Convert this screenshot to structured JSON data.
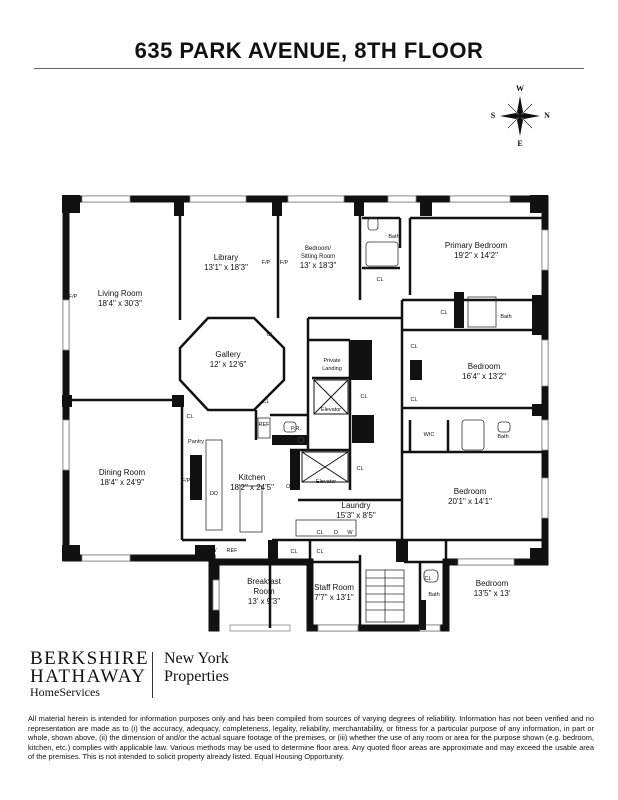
{
  "title": "635 PARK AVENUE, 8TH FLOOR",
  "compass": {
    "n": "N",
    "s": "S",
    "e": "E",
    "w": "W"
  },
  "rooms": {
    "living": {
      "name": "Living Room",
      "dim": "18'4\" x 30'3\""
    },
    "library": {
      "name": "Library",
      "dim": "13'1\" x 18'3\""
    },
    "bed_sitting": {
      "name1": "Bedroom/",
      "name2": "Sitting Room",
      "dim": "13' x 18'3\""
    },
    "primary": {
      "name": "Primary Bedroom",
      "dim": "19'2\" x 14'2\""
    },
    "gallery": {
      "name": "Gallery",
      "dim": "12' x 12'6\""
    },
    "bedroom2": {
      "name": "Bedroom",
      "dim": "16'4\" x 13'2\""
    },
    "dining": {
      "name": "Dining Room",
      "dim": "18'4\" x 24'9\""
    },
    "kitchen": {
      "name": "Kitchen",
      "dim": "18'2\" x 24'5\""
    },
    "bedroom3": {
      "name": "Bedroom",
      "dim": "20'1\" x 14'1\""
    },
    "laundry": {
      "name": "Laundry",
      "dim": "15'3\" x 8'5\""
    },
    "breakfast": {
      "name1": "Breakfast",
      "name2": "Room",
      "dim": "13' x 9'3\""
    },
    "staff": {
      "name": "Staff Room",
      "dim": "7'7\" x 13'1\""
    },
    "bedroom4": {
      "name": "Bedroom",
      "dim": "13'5\" x 13'"
    }
  },
  "small_labels": {
    "bath": "Bath",
    "cl": "CL",
    "pantry": "Pantry",
    "private1": "Private",
    "private2": "Landing",
    "elevator": "Elevator",
    "pr": "P.R.",
    "ref": "REF",
    "dw": "DW",
    "wic": "WIC",
    "d": "D",
    "w": "W",
    "fp": "F/P",
    "ov": "OV",
    "dd": "DD"
  },
  "brand": {
    "line1": "BERKSHIRE",
    "line2": "HATHAWAY",
    "line3": "HomeServices",
    "line4": "New York",
    "line5": "Properties"
  },
  "disclaimer": "All material herein is intended for information purposes only and has been compiled from sources of varying degrees of reliability. Information has not been verified and no representation are made as to (i) the accuracy, adequacy, completeness, legality, reliability, merchantability, or fitness for a particular purpose of any information, in part or whole, shown above, (ii) the dimension of and/or the actual square footage of the premises, or (iii) whether the use of any room or area for the purpose shown (e.g. bedroom, kitchen, etc.) complies with applicable law. Various methods may be used to determine floor area. Any quoted floor areas are approximate and may exceed the usable area of the premises. This is not intended to solicit property already listed. Equal Housing Opportunity."
}
